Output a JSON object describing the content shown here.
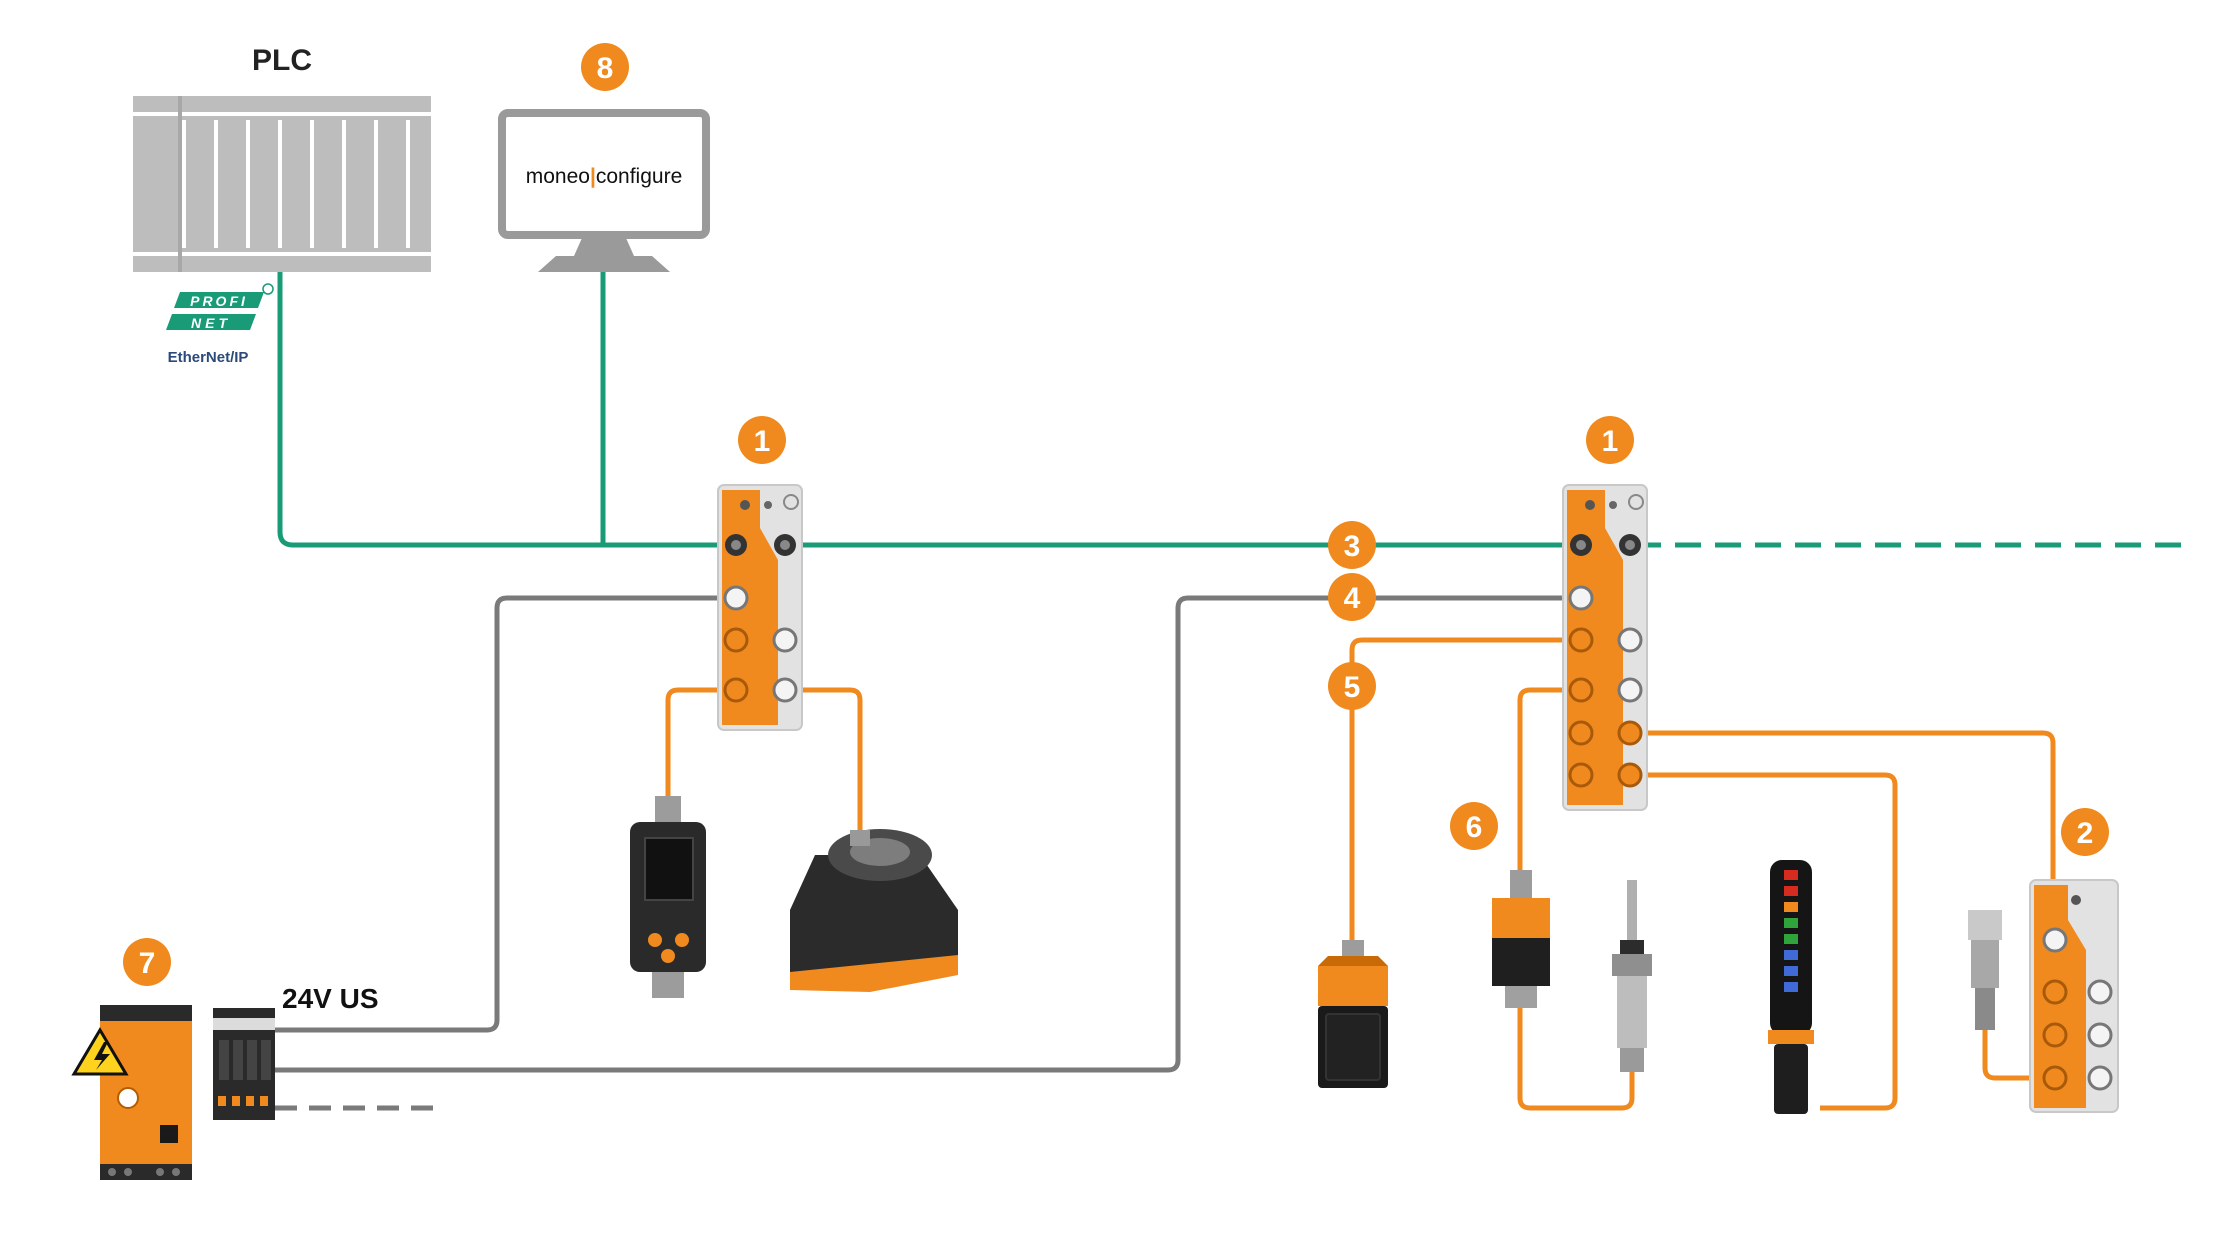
{
  "labels": {
    "plc": "PLC",
    "profinet_top": "PROFI",
    "profinet_bottom": "NET",
    "ethernet_ip": "EtherNet/IP",
    "supply": "24V US",
    "software_left": "moneo",
    "software_right": "configure"
  },
  "badges": [
    "1",
    "1",
    "2",
    "3",
    "4",
    "5",
    "6",
    "7",
    "8"
  ],
  "colors": {
    "ethernet": "#1a9b78",
    "power": "#7a7a7a",
    "io_link": "#f08a1e",
    "badge": "#f08a1e",
    "device_grey": "#bdbdbd"
  },
  "icons": {
    "plc": "plc-rack-icon",
    "monitor": "monitor-icon",
    "warning": "high-voltage-warning-icon"
  }
}
